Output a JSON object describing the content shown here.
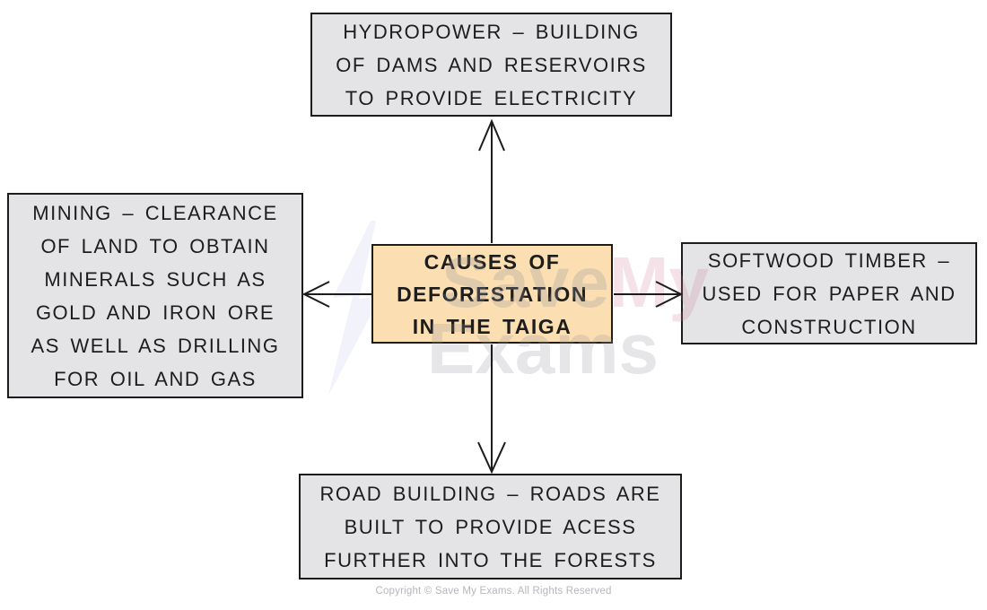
{
  "diagram": {
    "center_box": {
      "label": "CAUSES OF\nDEFORESTATION\nIN THE TAIGA",
      "fill": "#fbdfb2"
    },
    "boxes": {
      "top": {
        "label": "HYDROPOWER – BUILDING\nOF DAMS AND RESERVOIRS\nTO PROVIDE ELECTRICITY"
      },
      "left": {
        "label": "MINING – CLEARANCE\nOF LAND TO OBTAIN\nMINERALS SUCH AS\nGOLD AND IRON ORE\nAS WELL AS DRILLING\nFOR OIL AND GAS"
      },
      "right": {
        "label": "SOFTWOOD TIMBER –\nUSED FOR PAPER AND\nCONSTRUCTION"
      },
      "bottom": {
        "label": "ROAD BUILDING – ROADS ARE\nBUILT TO PROVIDE ACESS\nFURTHER INTO THE FORESTS"
      }
    },
    "box_fill": "#e4e4e6",
    "border_color": "#1c1c1c",
    "arrow_color": "#1c1c1c"
  },
  "watermark": {
    "part1": "Save",
    "part2": "My",
    "line2": "Exams",
    "bolt_color": "#f2f3fa"
  },
  "footer": {
    "copyright": "Copyright © Save My Exams. All Rights Reserved"
  }
}
